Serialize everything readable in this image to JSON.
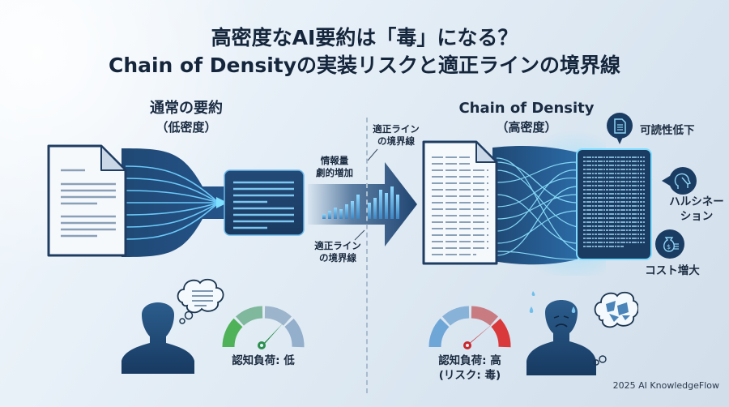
{
  "title": {
    "line1": "高密度なAI要約は「毒」になる？",
    "line2": "Chain of Densityの実装リスクと適正ラインの境界線"
  },
  "left_section": {
    "heading": "通常の要約",
    "subheading": "（低密度）",
    "cognitive_load_label": "認知負荷: 低",
    "icons": [
      "document-icon",
      "funnel-flow-icon",
      "summary-card-icon",
      "person-icon",
      "thought-bubble-icon",
      "gauge-low-icon"
    ],
    "gauge_color": "#3fae5a"
  },
  "middle": {
    "info_label_line1": "情報量",
    "info_label_line2": "劇的増加",
    "boundary_top_line1": "適正ライン",
    "boundary_top_line2": "の境界線",
    "boundary_bottom_line1": "適正ライン",
    "boundary_bottom_line2": "の境界線",
    "bar_heights": [
      6,
      10,
      14,
      12,
      18,
      22,
      30,
      20,
      26,
      36,
      32,
      40,
      30
    ]
  },
  "right_section": {
    "heading": "Chain of Density",
    "subheading": "（高密度）",
    "risks": [
      {
        "label": "可読性低下",
        "icon": "document-icon"
      },
      {
        "label_line1": "ハルシネー",
        "label_line2": "ション",
        "icon": "confused-head-icon"
      },
      {
        "label": "コスト増大",
        "icon": "money-bag-icon"
      }
    ],
    "cognitive_load_label": "認知負荷: 高",
    "risk_label": "(リスク: 毒)",
    "gauge_color": "#d9393b"
  },
  "footer": "2025 AI KnowledgeFlow",
  "colors": {
    "navy": "#1d3f66",
    "dark_navy": "#15263c",
    "glow_cyan": "#5ed2ff",
    "green": "#3fae5a",
    "red": "#d9393b"
  }
}
